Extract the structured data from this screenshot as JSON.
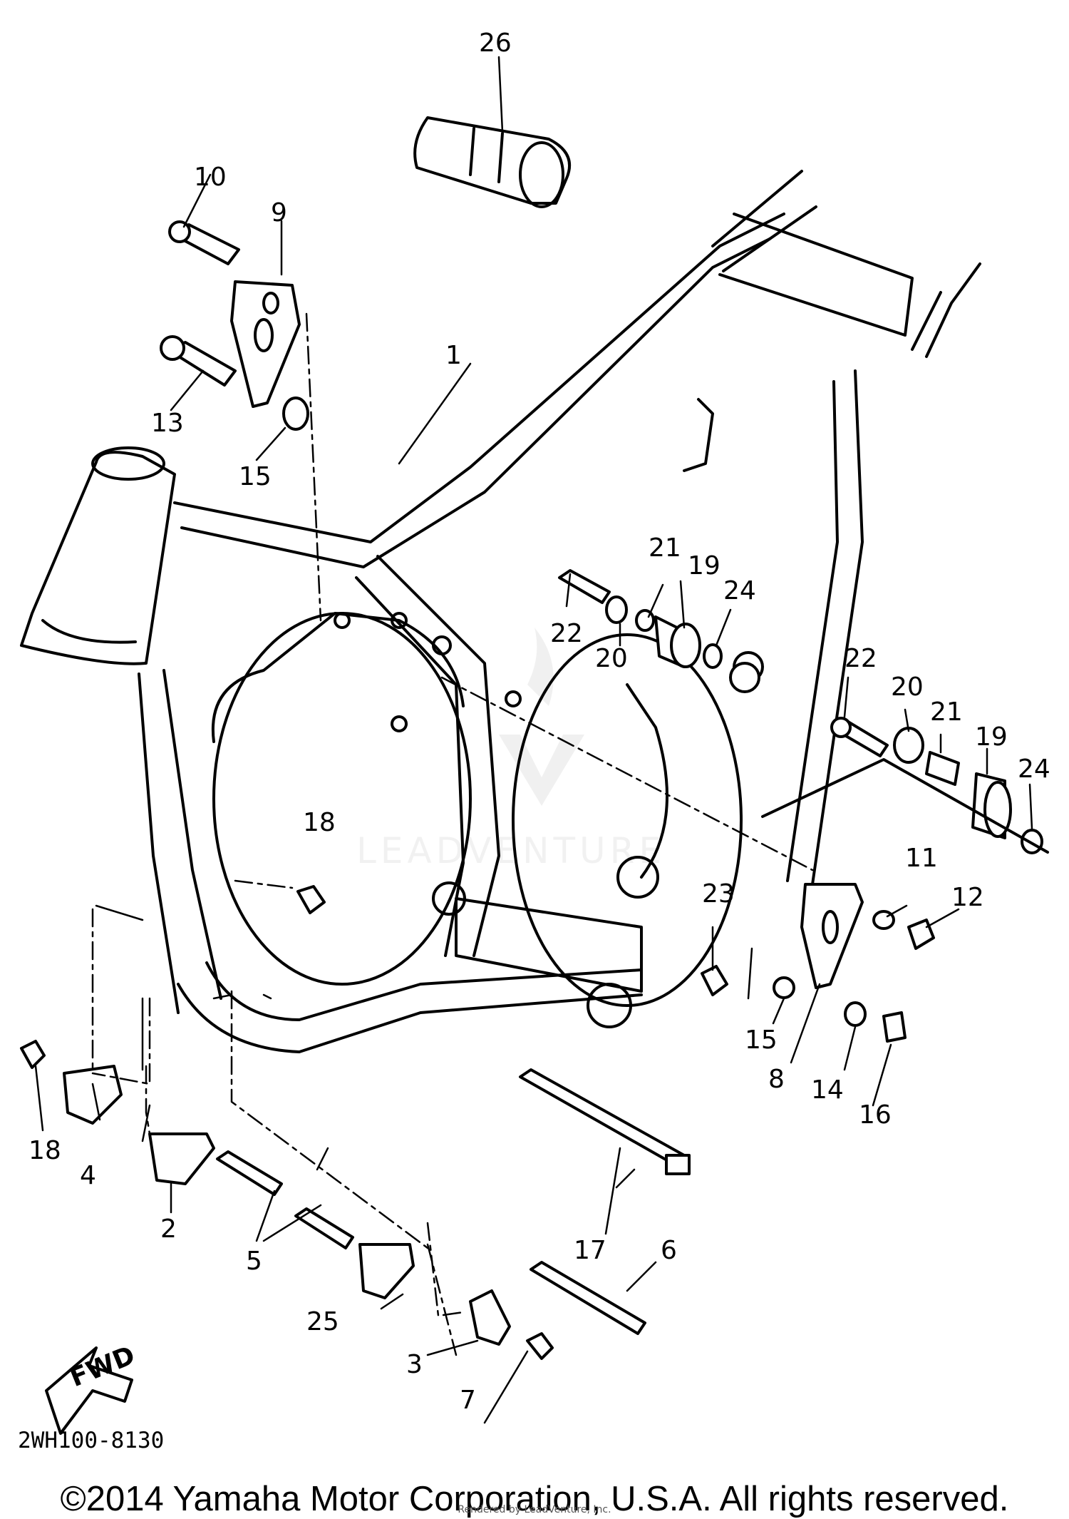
{
  "diagram": {
    "part_code": "2WH100-8130",
    "direction_label": "FWD",
    "watermark": "LEADVENTURE",
    "callouts": {
      "c1": "1",
      "c2": "2",
      "c3": "3",
      "c4": "4",
      "c5": "5",
      "c6": "6",
      "c7": "7",
      "c8": "8",
      "c9": "9",
      "c10": "10",
      "c11": "11",
      "c12": "12",
      "c13": "13",
      "c14": "14",
      "c15a": "15",
      "c15b": "15",
      "c16": "16",
      "c17": "17",
      "c18a": "18",
      "c18b": "18",
      "c19a": "19",
      "c19b": "19",
      "c20a": "20",
      "c20b": "20",
      "c21a": "21",
      "c21b": "21",
      "c22a": "22",
      "c22b": "22",
      "c23": "23",
      "c24a": "24",
      "c24b": "24",
      "c25": "25",
      "c26": "26"
    }
  },
  "footer": {
    "copyright": "©2014 Yamaha Motor Corporation, U.S.A. All rights reserved.",
    "rendered_by": "Rendered by LeadVenture, Inc."
  }
}
